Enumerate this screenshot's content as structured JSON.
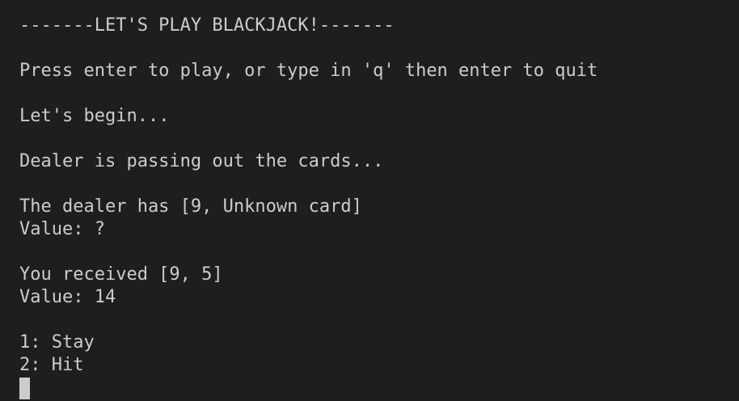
{
  "terminal": {
    "banner": "-------LET'S PLAY BLACKJACK!-------",
    "prompt": "Press enter to play, or type in 'q' then enter to quit",
    "begin": "Let's begin...",
    "dealing": "Dealer is passing out the cards...",
    "dealer_hand": "The dealer has [9, Unknown card]",
    "dealer_value": "Value: ?",
    "player_hand": "You received [9, 5]",
    "player_value": "Value: 14",
    "options": [
      "1: Stay",
      "2: Hit"
    ]
  },
  "colors": {
    "background": "#1e1e1e",
    "text": "#cccccc",
    "cursor": "#cccccc"
  }
}
